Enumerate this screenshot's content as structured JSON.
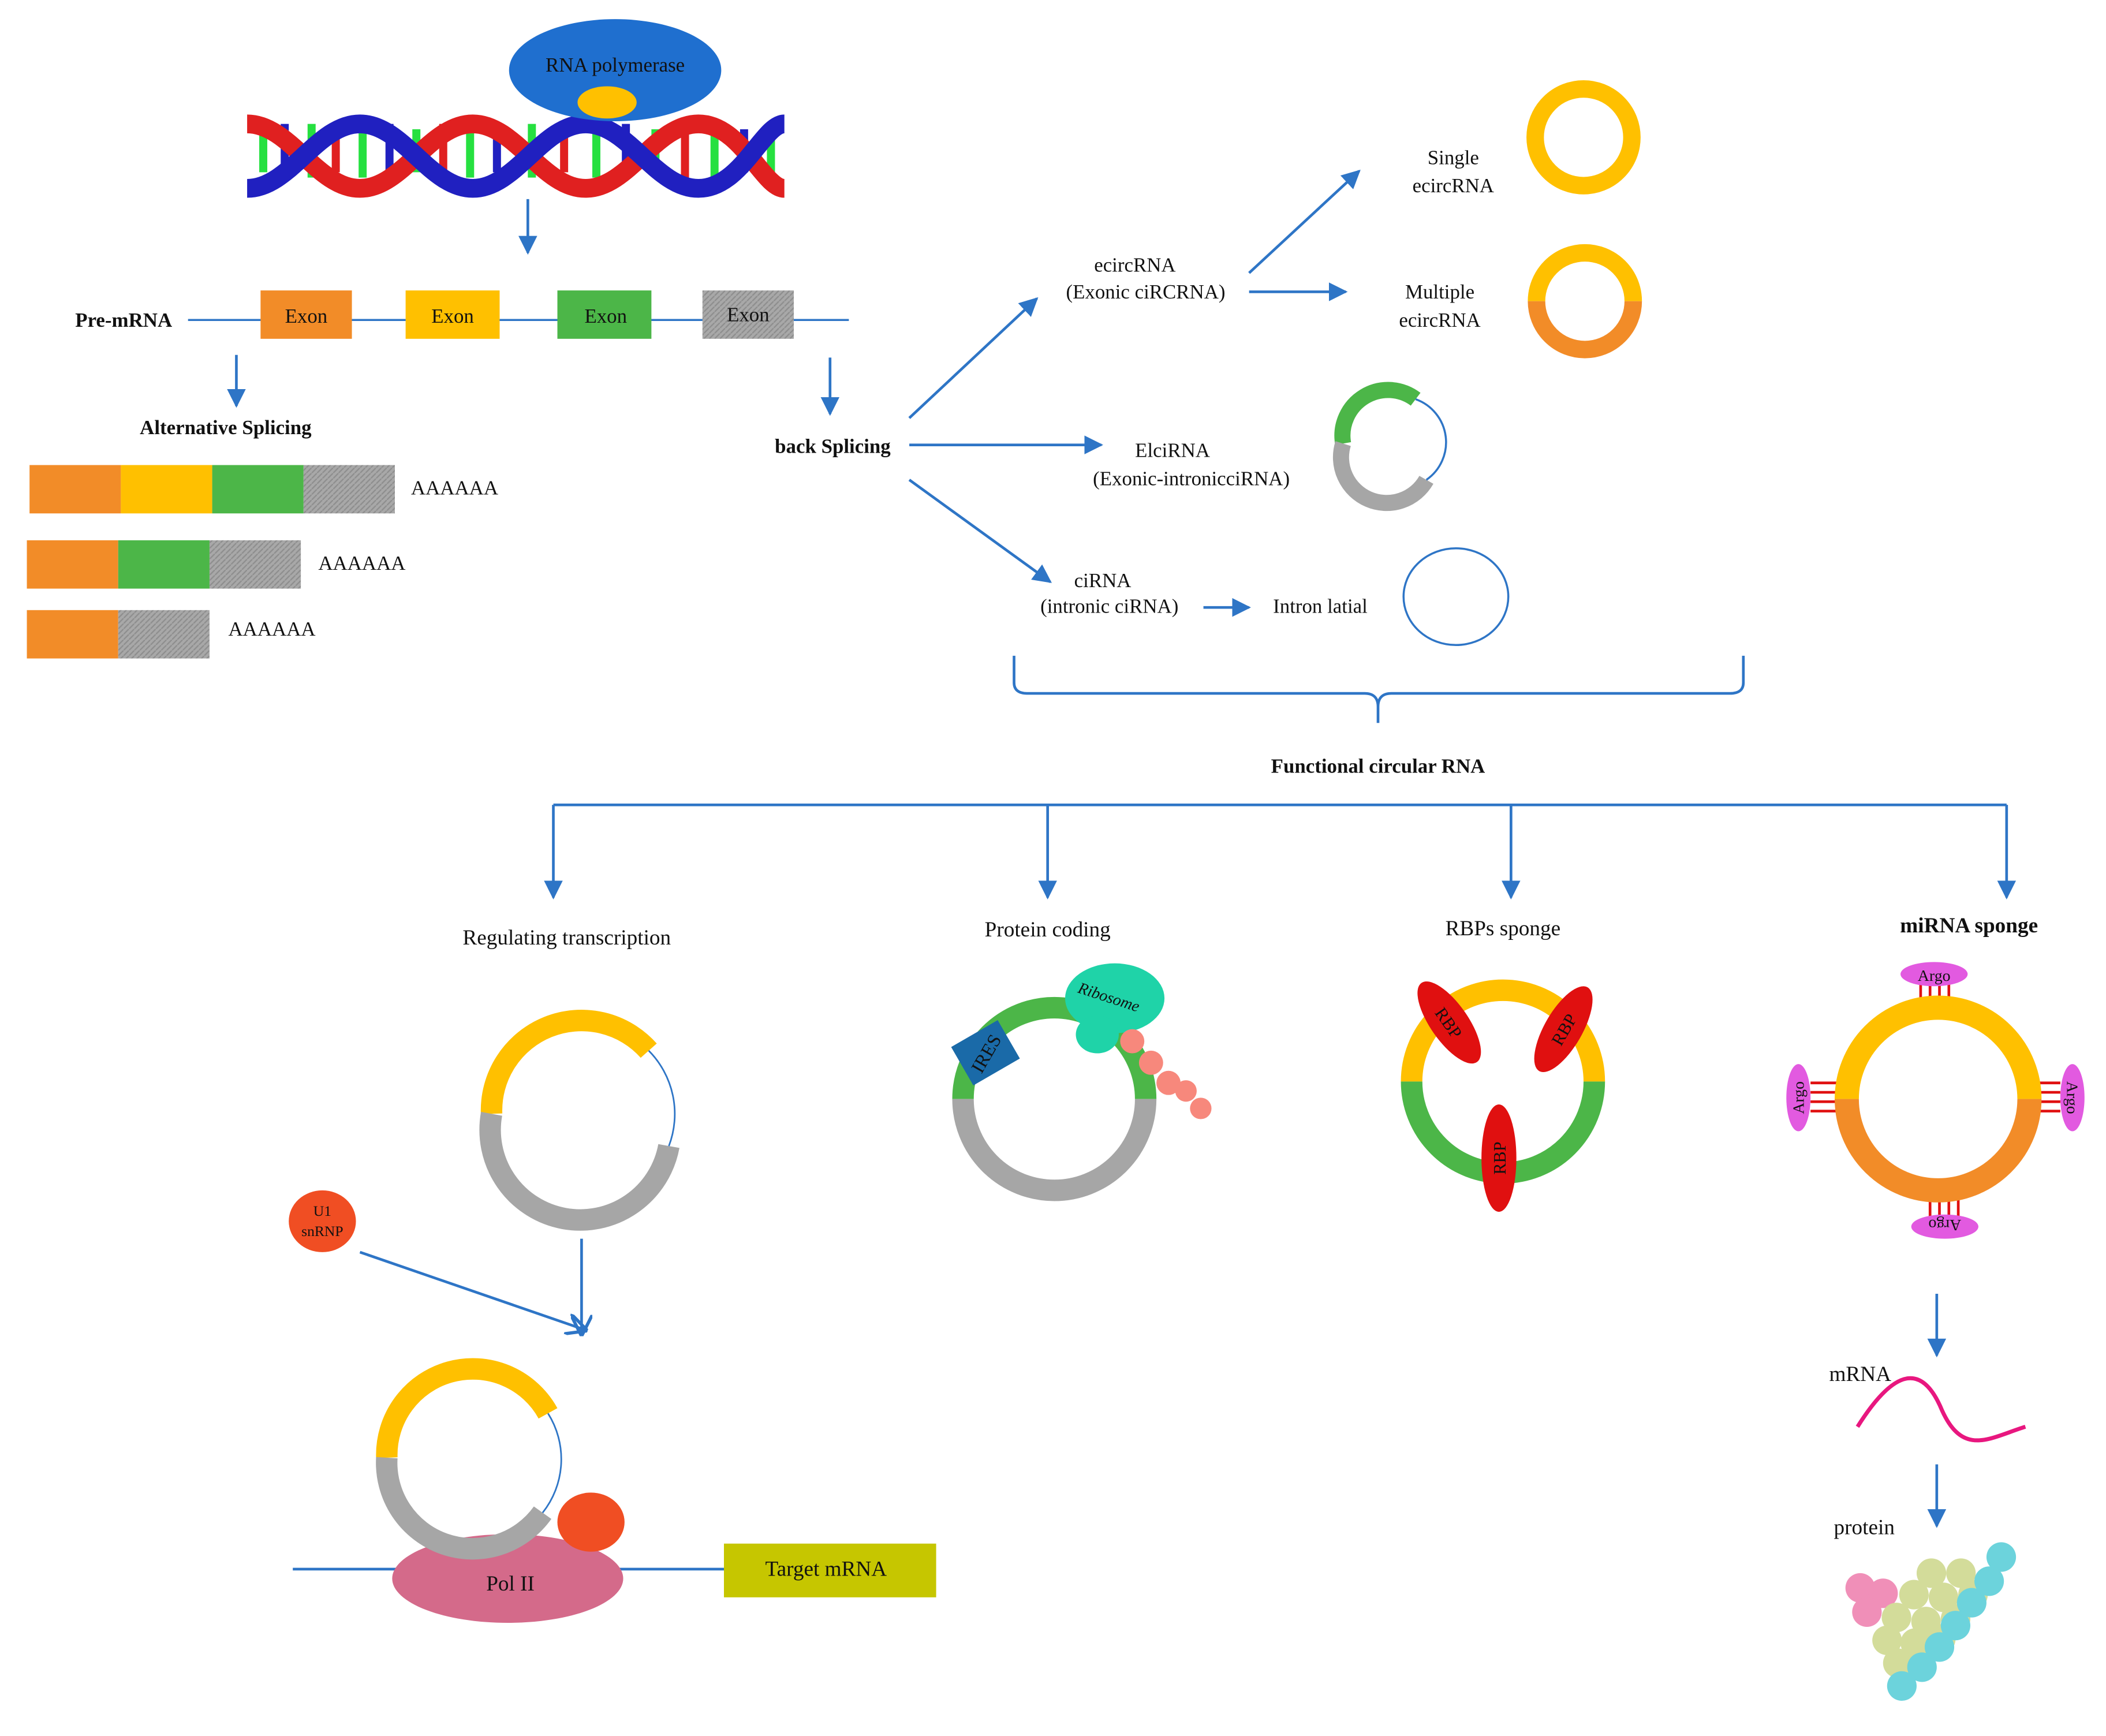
{
  "labels": {
    "rna_polymerase": "RNA polymerase",
    "pre_mrna": "Pre-mRNA",
    "exon": "Exon",
    "alternative_splicing": "Alternative Splicing",
    "polyA": "AAAAAA",
    "back_splicing": "back Splicing",
    "ecircrna_line1": "ecircRNA",
    "ecircrna_line2": "(Exonic ciRCRNA)",
    "single_line1": "Single",
    "single_line2": "ecircRNA",
    "multiple_line1": "Multiple",
    "multiple_line2": "ecircRNA",
    "elcirna_line1": "ElciRNA",
    "elcirna_line2": "(Exonic-intronicciRNA)",
    "cirna_line1": "ciRNA",
    "cirna_line2": "(intronic ciRNA)",
    "intron_latial": "Intron latial",
    "functional_circular_rna": "Functional circular RNA",
    "regulating_transcription": "Regulating transcription",
    "protein_coding": "Protein coding",
    "rbps_sponge": "RBPs sponge",
    "mirna_sponge": "miRNA sponge",
    "u1_line1": "U1",
    "u1_line2": "snRNP",
    "pol_ii": "Pol II",
    "target_mrna": "Target mRNA",
    "ribosome": "Ribosome",
    "ires": "IRES",
    "rbp": "RBP",
    "argo": "Argo",
    "mrna": "mRNA",
    "protein": "protein"
  },
  "colors": {
    "arrow": "#2e75c6",
    "exon_orange": "#f28c28",
    "exon_yellow": "#ffc000",
    "exon_green": "#4cb648",
    "exon_gray": "#a6a6a6",
    "polymerase_blue": "#1f6fcf",
    "pol_ii_pink": "#d46a8a",
    "target_mrna_olive": "#c6c600",
    "u1_red": "#f04e23",
    "ribosome_teal": "#1fd3a8",
    "ires_blue": "#1a6aa8",
    "rbp_red": "#e01010",
    "argo_magenta": "#e25ae0",
    "mrna_pink": "#e8177f"
  }
}
